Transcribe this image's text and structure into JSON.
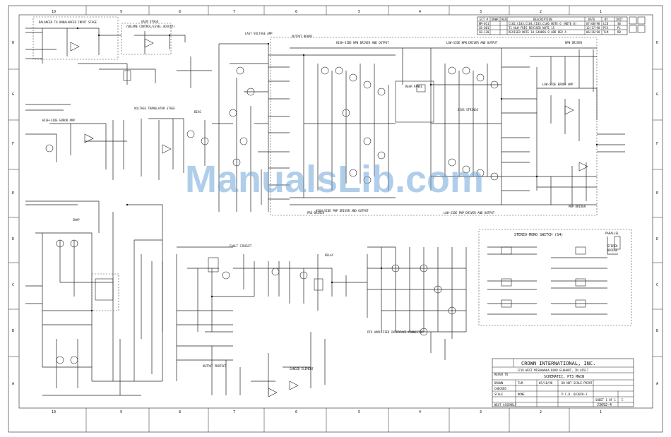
{
  "border": {
    "columns": [
      "10",
      "9",
      "8",
      "7",
      "6",
      "5",
      "4",
      "3",
      "2",
      "1"
    ],
    "rows": [
      "H",
      "G",
      "F",
      "E",
      "D",
      "C",
      "B",
      "A"
    ]
  },
  "revision_table": {
    "headers": [
      "ECT #",
      "DRWR",
      "REV",
      "DESCRIPTION",
      "DATE",
      "BY",
      "INIT"
    ],
    "rows": [
      [
        "NM-011",
        "",
        "",
        "C102,C103,C104,C105,C106 NOTE 6 (NOTE 8)",
        "07/08/98",
        "LCD",
        "SB"
      ],
      [
        "SB-081",
        "",
        "",
        "T1 NLW FRES REVISED NOTE 15",
        "12/17/98",
        "PCA",
        "PL"
      ],
      [
        "SB-120",
        "",
        "",
        "REVISED NOTE 18 G40096-9 ADD REV A",
        "06/26/98",
        "TLM",
        "RB"
      ]
    ]
  },
  "stage_labels": {
    "balanced": "BALANCED TO UNBALANCED INPUT STAGE",
    "gain": "GAIN STAGE",
    "volume": "(VOLUME CONTROL/LEVEL ADJUST)",
    "last_voltage": "LAST VOLTAGE AMP",
    "output_board": "OUTPUT BOARD",
    "high_side_npn": "HIGH-SIDE NPN DRIVER AND OUTPUT",
    "low_side_npn": "LOW-SIDE NPN DRIVER AND OUTPUT",
    "npn_driver": "NPN DRIVER",
    "high_side_error": "HIGH-SIDE ERROR AMP",
    "voltage_translator": "VOLTAGE TRANSLATOR STAGE",
    "bias": "BIAS",
    "bias_strings": "BIAS STRINGS",
    "rear_panel": "REAR PANEL",
    "low_side_error": "LOW-SIDE ERROR AMP",
    "high_side_pnp": "HIGH-SIDE PNP DRIVER AND OUTPUT",
    "low_side_pnp": "LOW-SIDE PNP DRIVER AND OUTPUT",
    "pnp_driver": "PNP DRIVER",
    "pre_driver": "PRE-DRIVER",
    "fault_circuit": "FAULT CIRCUIT",
    "relay": "RELAY",
    "output_protect": "OUTPUT PROTECT",
    "ganged_element": "GANGED ELEMENT",
    "pip_amplifier": "PIP AMPLIFIER INTERFACE CONNECTOR",
    "snap": "SNAP",
    "stereo_mono": "STEREO-MONO SWITCH (S4)",
    "parallel": "PARALLEL",
    "stereo": "STEREO",
    "bridge": "BRIDGE"
  },
  "title_block": {
    "company": "CROWN INTERNATIONAL, INC.",
    "address": "1718 WEST MISHAWAKA ROAD   ELKHART, IN 46517",
    "title": "SCHEMATIC, PT3 MAIN",
    "do_not_scale": "DO NOT SCALE PRINT",
    "drawn_label": "DRAWN",
    "drawn_by": "TLM",
    "drawn_date": "05/18/98",
    "checked_label": "CHECKED",
    "scale_label": "SCALE",
    "scale_value": "NONE",
    "pcb_label": "P.C.B.",
    "pcb_value": "Q43020-1",
    "next_assembly_label": "NEXT ASSEMBLY",
    "refer_to": "REFER TO",
    "sheet": "SHEET 1 OF 1",
    "drawing_number": "J3692-4",
    "rev": "C"
  },
  "watermark": "ManualsLib.com"
}
